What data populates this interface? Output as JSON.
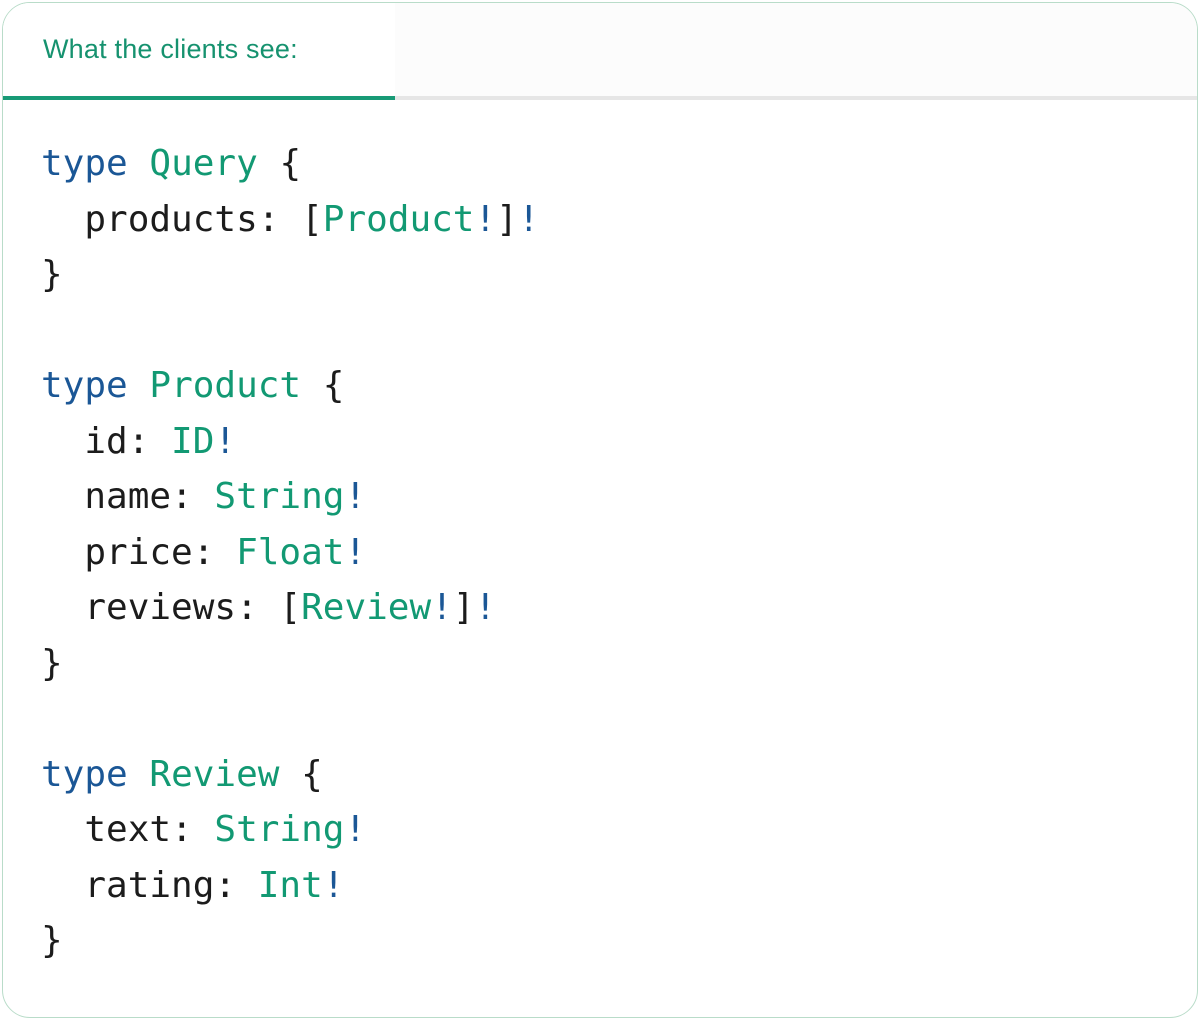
{
  "colors": {
    "keyword": "#1b5796",
    "type_name": "#129973",
    "plain": "#1c1c1c",
    "tab_text": "#16926f",
    "tab_green": "#189a76",
    "divider_gray": "#e6e6e6",
    "card_border": "#b9dcc9"
  },
  "tab": {
    "label": "What the clients see:",
    "active": true
  },
  "code": {
    "language": "graphql",
    "lines": [
      [
        {
          "t": "type",
          "c": "keyword"
        },
        {
          "t": " ",
          "c": "plain"
        },
        {
          "t": "Query",
          "c": "type"
        },
        {
          "t": " {",
          "c": "plain"
        }
      ],
      [
        {
          "t": "  products: [",
          "c": "plain"
        },
        {
          "t": "Product",
          "c": "type"
        },
        {
          "t": "!",
          "c": "keyword"
        },
        {
          "t": "]",
          "c": "plain"
        },
        {
          "t": "!",
          "c": "keyword"
        }
      ],
      [
        {
          "t": "}",
          "c": "plain"
        }
      ],
      [],
      [
        {
          "t": "type",
          "c": "keyword"
        },
        {
          "t": " ",
          "c": "plain"
        },
        {
          "t": "Product",
          "c": "type"
        },
        {
          "t": " {",
          "c": "plain"
        }
      ],
      [
        {
          "t": "  id: ",
          "c": "plain"
        },
        {
          "t": "ID",
          "c": "type"
        },
        {
          "t": "!",
          "c": "keyword"
        }
      ],
      [
        {
          "t": "  name: ",
          "c": "plain"
        },
        {
          "t": "String",
          "c": "type"
        },
        {
          "t": "!",
          "c": "keyword"
        }
      ],
      [
        {
          "t": "  price: ",
          "c": "plain"
        },
        {
          "t": "Float",
          "c": "type"
        },
        {
          "t": "!",
          "c": "keyword"
        }
      ],
      [
        {
          "t": "  reviews: [",
          "c": "plain"
        },
        {
          "t": "Review",
          "c": "type"
        },
        {
          "t": "!",
          "c": "keyword"
        },
        {
          "t": "]",
          "c": "plain"
        },
        {
          "t": "!",
          "c": "keyword"
        }
      ],
      [
        {
          "t": "}",
          "c": "plain"
        }
      ],
      [],
      [
        {
          "t": "type",
          "c": "keyword"
        },
        {
          "t": " ",
          "c": "plain"
        },
        {
          "t": "Review",
          "c": "type"
        },
        {
          "t": " {",
          "c": "plain"
        }
      ],
      [
        {
          "t": "  text: ",
          "c": "plain"
        },
        {
          "t": "String",
          "c": "type"
        },
        {
          "t": "!",
          "c": "keyword"
        }
      ],
      [
        {
          "t": "  rating: ",
          "c": "plain"
        },
        {
          "t": "Int",
          "c": "type"
        },
        {
          "t": "!",
          "c": "keyword"
        }
      ],
      [
        {
          "t": "}",
          "c": "plain"
        }
      ]
    ]
  }
}
